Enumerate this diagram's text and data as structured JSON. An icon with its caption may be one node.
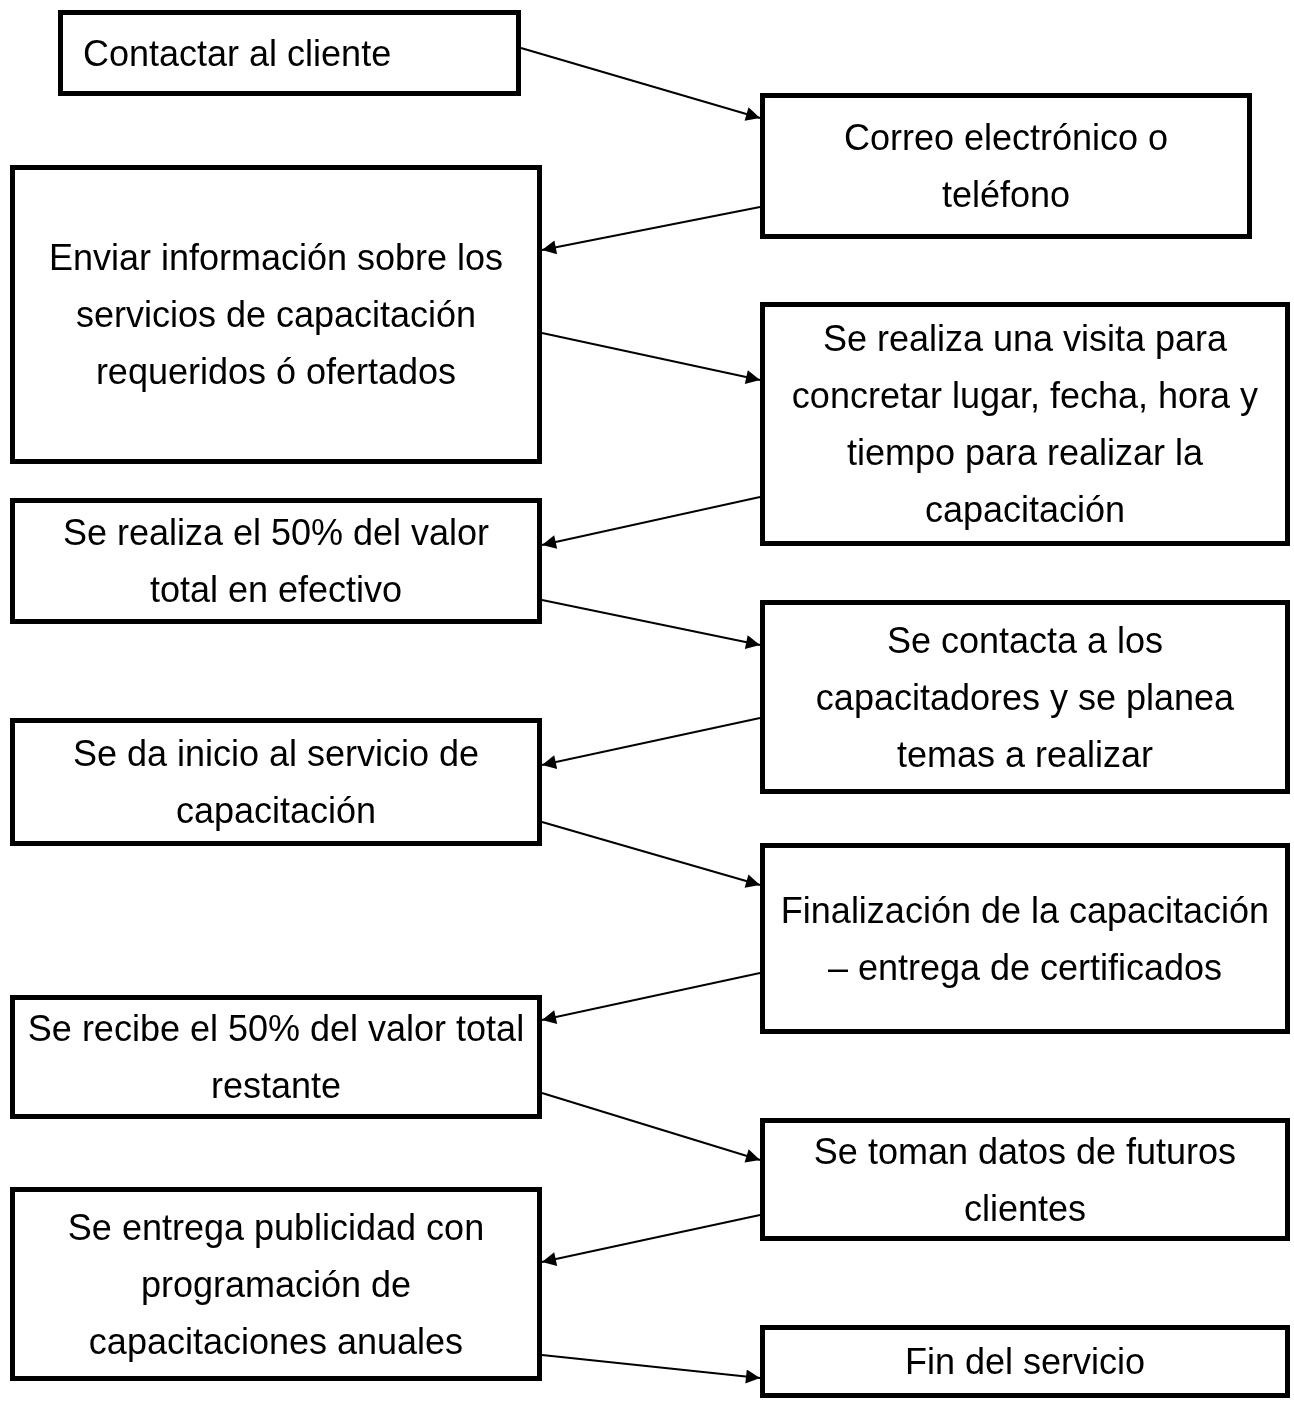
{
  "diagram": {
    "nodes": [
      {
        "text": [
          "Contactar al cliente"
        ]
      },
      {
        "text": [
          "Correo electrónico o teléfono"
        ]
      },
      {
        "text": [
          "Enviar información sobre los servicios de capacitación requeridos ó ofertados"
        ]
      },
      {
        "text": [
          "Se realiza una visita para concretar lugar, fecha, hora y tiempo para realizar la capacitación"
        ]
      },
      {
        "text": [
          "Se realiza el 50% del valor total en efectivo"
        ]
      },
      {
        "text": [
          "Se contacta a los capacitadores y se planea temas a realizar"
        ]
      },
      {
        "text": [
          "Se da inicio al servicio de capacitación"
        ]
      },
      {
        "text": [
          "Finalización de la capacitación – entrega de certificados"
        ]
      },
      {
        "text": [
          "Se recibe el 50% del valor total restante"
        ]
      },
      {
        "text": [
          "Se toman datos de futuros clientes"
        ]
      },
      {
        "text": [
          "Se entrega publicidad con programación de capacitaciones anuales"
        ]
      },
      {
        "text": [
          "Fin del servicio"
        ]
      }
    ],
    "edges": [
      {
        "from": 0,
        "to": 1,
        "arrow": "to"
      },
      {
        "from": 1,
        "to": 2,
        "arrow": "to"
      },
      {
        "from": 2,
        "to": 3,
        "arrow": "to"
      },
      {
        "from": 3,
        "to": 4,
        "arrow": "to"
      },
      {
        "from": 4,
        "to": 5,
        "arrow": "to"
      },
      {
        "from": 5,
        "to": 6,
        "arrow": "to"
      },
      {
        "from": 6,
        "to": 7,
        "arrow": "to"
      },
      {
        "from": 7,
        "to": 8,
        "arrow": "to"
      },
      {
        "from": 8,
        "to": 9,
        "arrow": "to"
      },
      {
        "from": 9,
        "to": 10,
        "arrow": "to"
      },
      {
        "from": 10,
        "to": 11,
        "arrow": "to"
      }
    ]
  }
}
